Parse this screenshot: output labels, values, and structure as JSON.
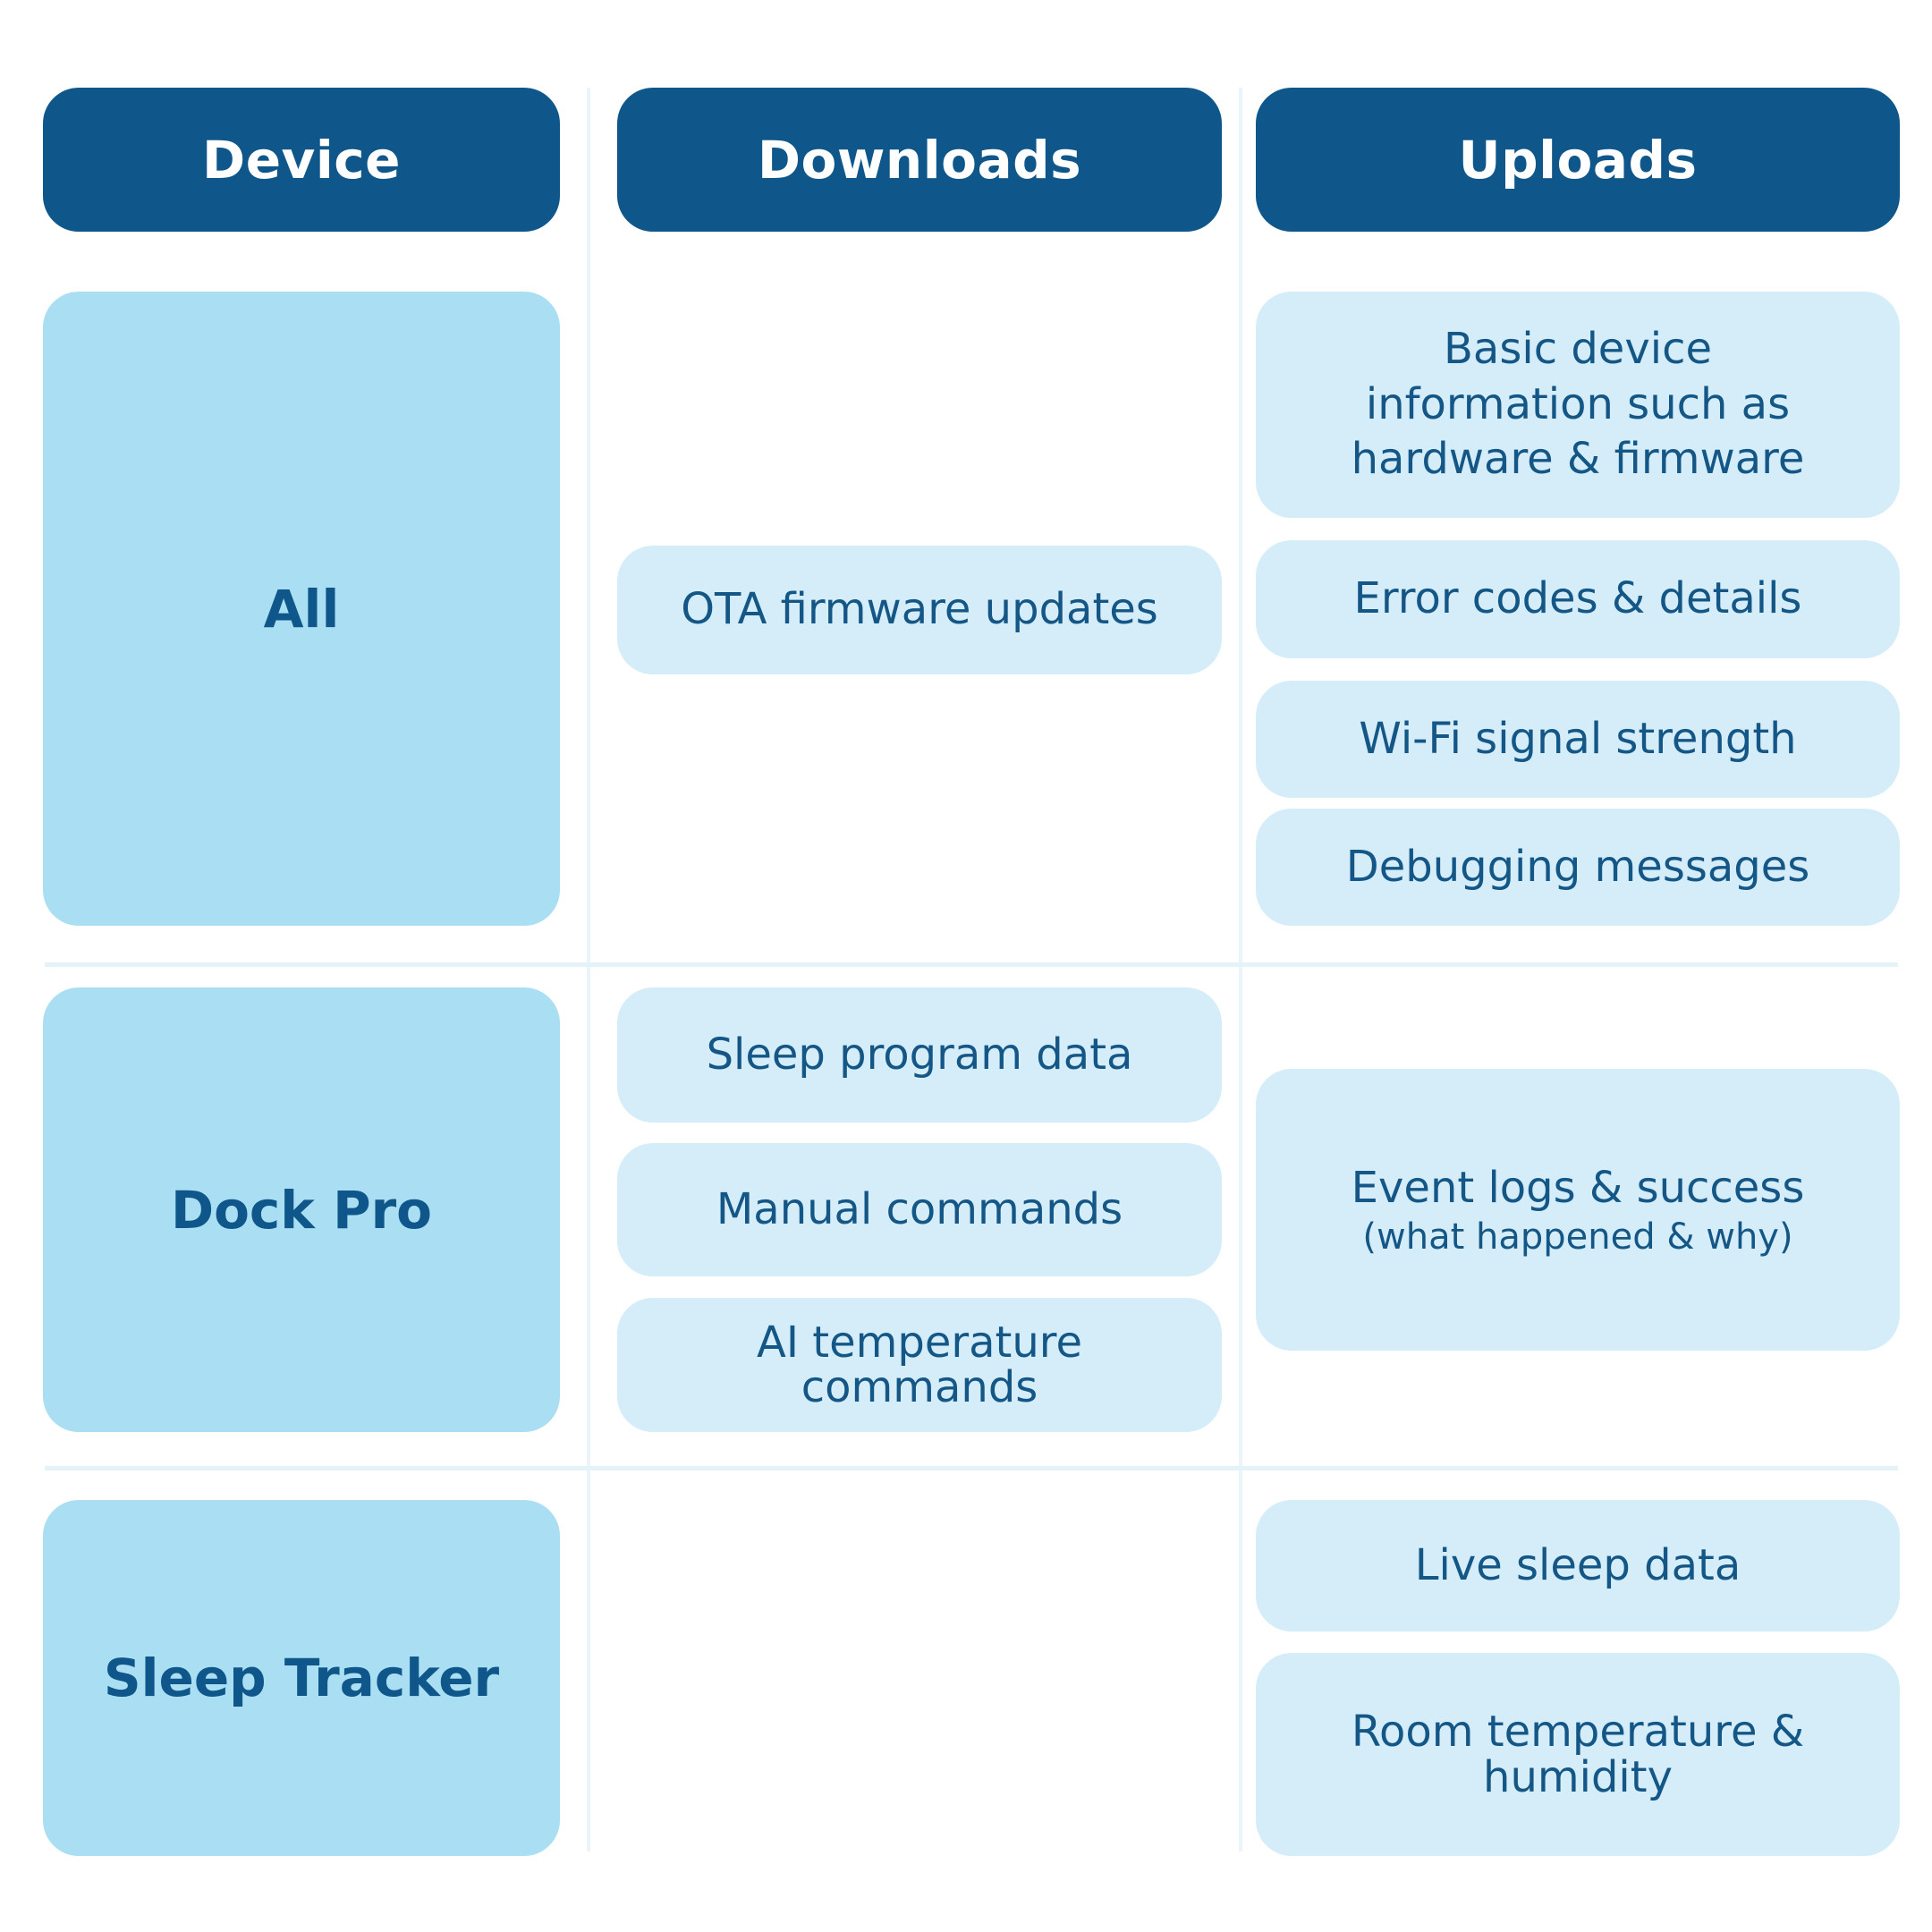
{
  "headers": {
    "device": "Device",
    "downloads": "Downloads",
    "uploads": "Uploads"
  },
  "rows": [
    {
      "device": "All",
      "downloads": [
        "OTA firmware updates"
      ],
      "uploads": [
        "Basic device information such as hardware & firmware",
        "Error codes & details",
        "Wi-Fi signal strength",
        "Debugging messages"
      ]
    },
    {
      "device": "Dock Pro",
      "downloads": [
        "Sleep program data",
        "Manual commands",
        "AI temperature commands"
      ],
      "uploads": [
        {
          "main": "Event logs & success",
          "sub": "(what happened & why)"
        }
      ]
    },
    {
      "device": "Sleep Tracker",
      "downloads": [],
      "uploads": [
        "Live sleep data",
        "Room temperature & humidity"
      ]
    }
  ],
  "colors": {
    "header_bg": "#0f578a",
    "device_bg": "#aadff3",
    "item_bg": "#d4edf9",
    "text_dark": "#145786",
    "divider": "#e4f3fa"
  }
}
